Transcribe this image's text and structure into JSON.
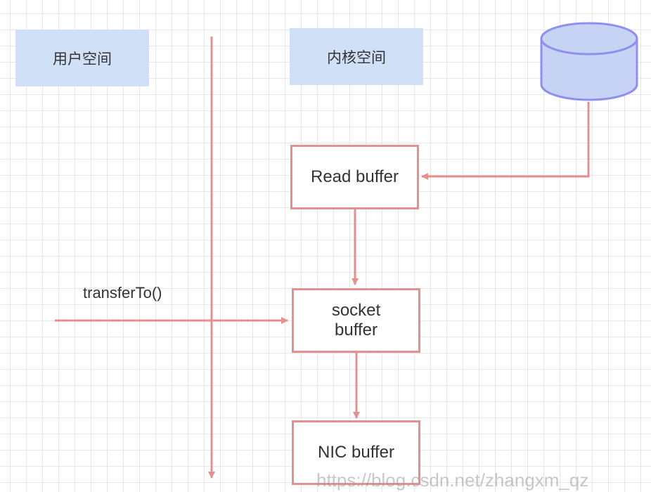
{
  "labels": {
    "user_space": "用户空间",
    "kernel_space": "内核空间"
  },
  "nodes": {
    "read_buffer": "Read buffer",
    "socket_buffer_line1": "socket",
    "socket_buffer_line2": "buffer",
    "nic_buffer": "NIC buffer"
  },
  "edge_label": "transferTo()",
  "watermark": "https://blog.csdn.net/zhangxm_qz",
  "colors": {
    "grid": "#e6e6e6",
    "label_fill": "#cfe0f7",
    "node_border": "#e59090",
    "arrow": "#e58f8f",
    "disk_fill": "#c7d3f5",
    "disk_stroke": "#8f8ff0"
  }
}
